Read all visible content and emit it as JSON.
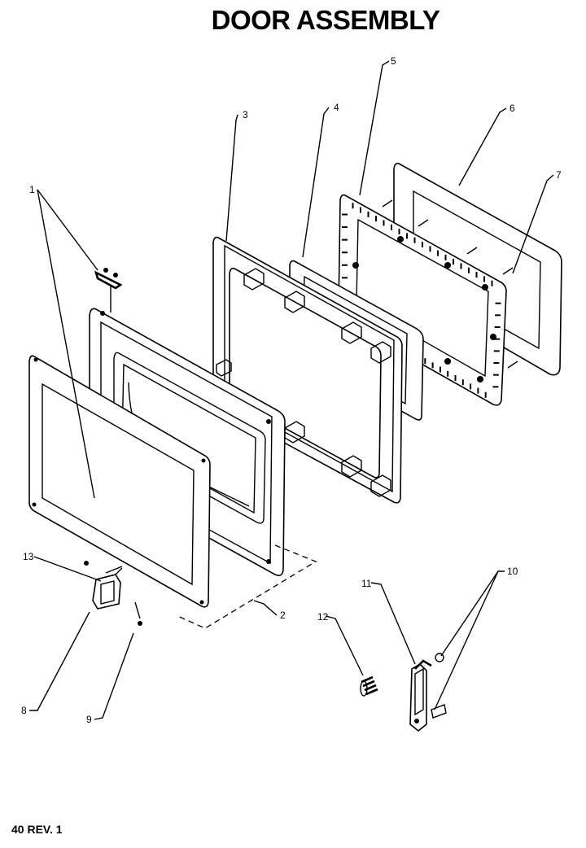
{
  "title": "DOOR ASSEMBLY",
  "footer": "40  REV. 1",
  "callouts": {
    "c1": "1",
    "c2": "2",
    "c3": "3",
    "c4": "4",
    "c5": "5",
    "c6": "6",
    "c7": "7",
    "c8": "8",
    "c9": "9",
    "c10": "10",
    "c11": "11",
    "c12": "12",
    "c13": "13"
  }
}
